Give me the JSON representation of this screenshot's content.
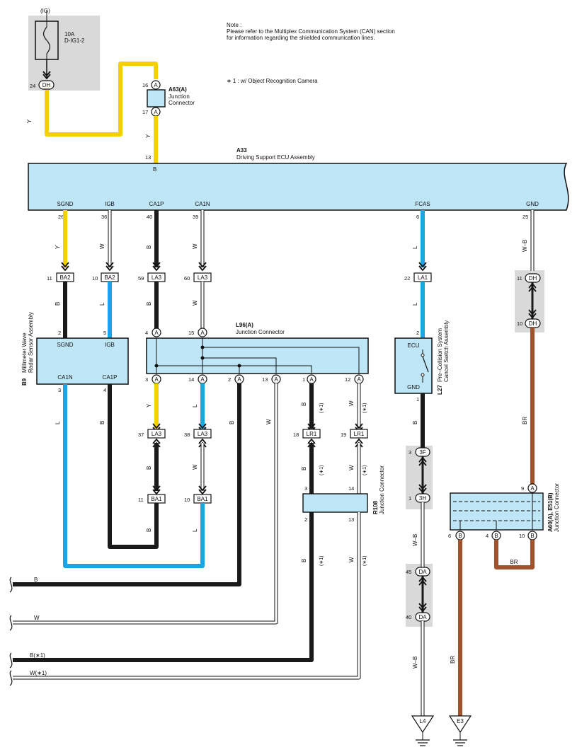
{
  "notes": {
    "note_title": "Note :",
    "note_line1": "Please refer to the Multiplex Communication System (CAN) section",
    "note_line2": "for information regarding the shielded communication lines.",
    "footnote": "∗ 1 : w/ Object Recognition Camera"
  },
  "colors": {
    "Y": "#f5d000",
    "B": "#1a1a1a",
    "W": "#ffffff",
    "L": "#1aa6e6",
    "BR": "#a0522d",
    "connector_fill": "#bfe6f7",
    "junction_shade": "#d9d9d9"
  },
  "fuse": {
    "supply": "(IG)",
    "rating": "10A",
    "name": "D-IG1-2",
    "pin": "24",
    "conn": "DH"
  },
  "a63": {
    "code": "A63(A)",
    "title_line1": "Junction",
    "title_line2": "Connector",
    "pin_top": "16",
    "pin_bottom": "17",
    "conn": "A"
  },
  "a33": {
    "code": "A33",
    "title": "Driving Support ECU Assembly",
    "power_pin": "13",
    "power_conn": "B",
    "terminals": [
      {
        "name": "SGND",
        "pin": "26"
      },
      {
        "name": "IGB",
        "pin": "36"
      },
      {
        "name": "CA1P",
        "pin": "40"
      },
      {
        "name": "CA1N",
        "pin": "39"
      },
      {
        "name": "FCAS",
        "pin": "6"
      },
      {
        "name": "GND",
        "pin": "25"
      }
    ]
  },
  "wire_labels": {
    "y": "Y",
    "w": "W",
    "b": "B",
    "l": "L",
    "wb": "W–B",
    "br": "BR",
    "star1": "(∗1)"
  },
  "conn_ba2": {
    "code": "BA2",
    "pin_a": "11",
    "pin_b": "10"
  },
  "conn_la3_top": {
    "code": "LA3",
    "pin_a": "59",
    "pin_b": "60"
  },
  "conn_la1": {
    "code": "LA1",
    "pin": "22"
  },
  "conn_dh": {
    "code": "DH",
    "pin_a": "11",
    "pin_b": "10"
  },
  "b9": {
    "code": "B9",
    "title_line1": "Millimeter Wave",
    "title_line2": "Radar Sensor Assembly",
    "t_sgnd": "SGND",
    "t_igb": "IGB",
    "t_ca1n": "CA1N",
    "t_ca1p": "CA1P",
    "pin_sgnd": "2",
    "pin_igb": "5",
    "pin_ca1n": "3",
    "pin_ca1p": "4"
  },
  "l96": {
    "code": "L96(A)",
    "title": "Junction Connector",
    "conn": "A",
    "pins_top": [
      "4",
      "15"
    ],
    "pins_bottom": [
      "3",
      "14",
      "2",
      "13",
      "1",
      "12"
    ]
  },
  "l27": {
    "code": "L27",
    "title_line1": "Pre–Collision System",
    "title_line2": "Cancel Switch Assembly",
    "t_ecu": "ECU",
    "t_gnd": "GND",
    "pin_top": "2",
    "pin_bottom": "1"
  },
  "conn_la3_low": {
    "code": "LA3",
    "pin_a": "37",
    "pin_b": "38"
  },
  "conn_ba1": {
    "code": "BA1",
    "pin_a": "11",
    "pin_b": "10"
  },
  "conn_lr1": {
    "code": "LR1",
    "pin_a": "18",
    "pin_b": "19"
  },
  "r108": {
    "code": "R108",
    "title": "Junction Connector",
    "pins_top": [
      "3",
      "14"
    ],
    "pins_bottom": [
      "2",
      "13"
    ]
  },
  "j3": {
    "pin_a": "3",
    "conn_a": "3F",
    "pin_b": "1",
    "conn_b": "3H"
  },
  "jda": {
    "pin_a": "45",
    "pin_b": "40",
    "conn": "DA"
  },
  "a60": {
    "code": "A60(A), E51(B)",
    "title": "Junction Connector",
    "pin_in": "9",
    "conn_in": "A",
    "pins_out": [
      "6",
      "4",
      "10"
    ],
    "conn_out": "B"
  },
  "grounds": {
    "g1": "L4",
    "g2": "E3"
  },
  "outputs": {
    "b": "B",
    "w": "W",
    "b_star": "B(∗1)",
    "w_star": "W(∗1)"
  }
}
